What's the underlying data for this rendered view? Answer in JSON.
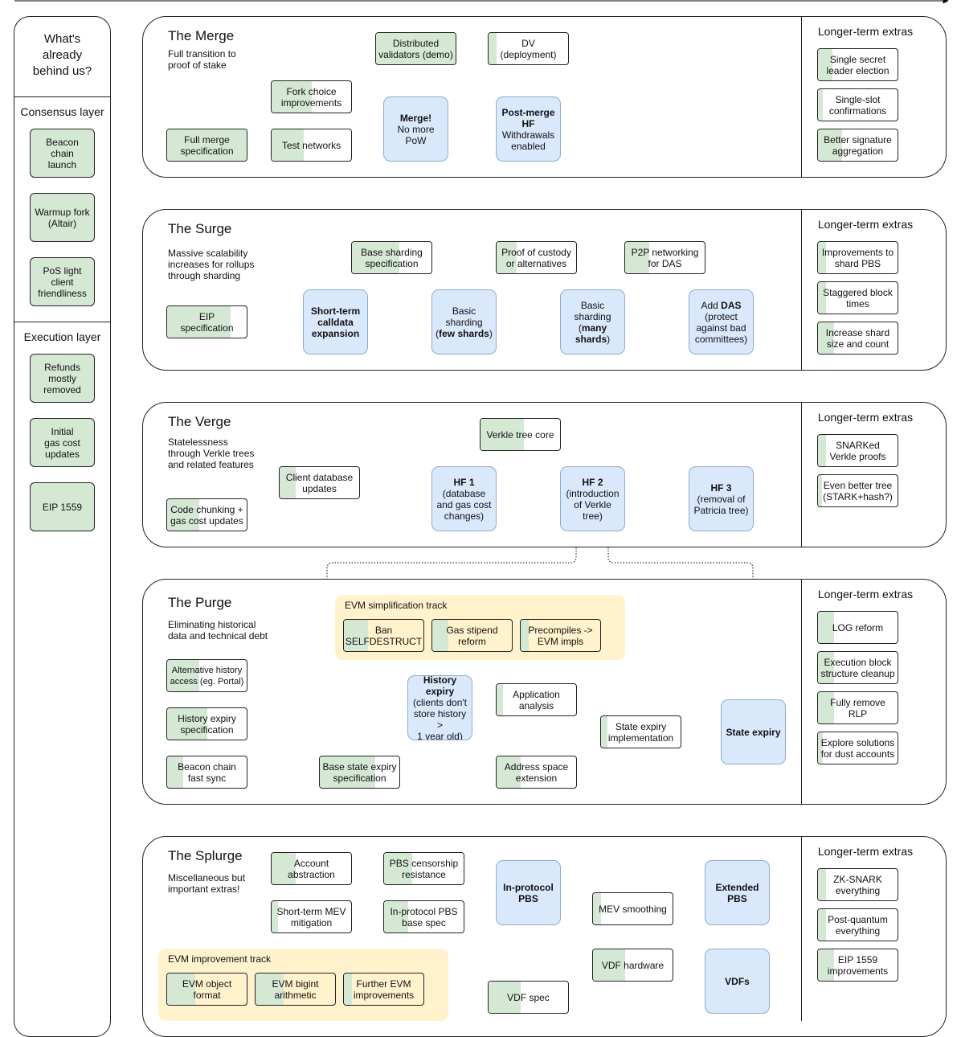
{
  "left": {
    "heading": "What's\nalready\nbehind us?",
    "consensus_title": "Consensus layer",
    "consensus": [
      "Beacon\nchain\nlaunch",
      "Warmup fork\n(Altair)",
      "PoS light\nclient\nfriendliness"
    ],
    "execution_title": "Execution layer",
    "execution": [
      "Refunds\nmostly\nremoved",
      "Initial\ngas cost\nupdates",
      "EIP 1559"
    ]
  },
  "extras_heading": "Longer-term extras",
  "merge": {
    "title": "The Merge",
    "subtitle": "Full transition to\nproof of stake",
    "dist_validators": "Distributed\nvalidators (demo)",
    "dv_deploy": "DV\n(deployment)",
    "fork_choice": "Fork choice\nimprovements",
    "full_spec": "Full merge\nspecification",
    "test_networks": "Test networks",
    "merge_bold": "Merge!",
    "merge_rest": "No more\nPoW",
    "post_bold": "Post-merge\nHF",
    "post_rest": "Withdrawals\nenabled",
    "extras": [
      "Single secret\nleader election",
      "Single-slot\nconfirmations",
      "Better signature\naggregation"
    ]
  },
  "surge": {
    "title": "The Surge",
    "subtitle": "Massive scalability\nincreases for rollups\nthrough sharding",
    "eip_spec": "EIP\nspecification",
    "short_term": "Short-term\ncalldata\nexpansion",
    "base_sharding_spec": "Base sharding\nspecification",
    "proof_custody": "Proof of custody\nor alternatives",
    "p2p": "P2P networking\nfor DAS",
    "basic_few_a": "Basic\nsharding\n(",
    "basic_few_b": "few shards",
    "basic_few_c": ")",
    "basic_many_a": "Basic\nsharding\n(",
    "basic_many_b": "many\nshards",
    "basic_many_c": ")",
    "das_a": "Add ",
    "das_b": "DAS",
    "das_c": "\n(protect\nagainst bad\ncommittees)",
    "extras": [
      "Improvements to\nshard PBS",
      "Staggered block\ntimes",
      "Increase shard\nsize and count"
    ]
  },
  "verge": {
    "title": "The Verge",
    "subtitle": "Statelessness\nthrough Verkle trees\nand related features",
    "verkle_core": "Verkle tree core",
    "client_db": "Client database\nupdates",
    "code_chunking": "Code chunking +\ngas cost updates",
    "hf1_bold": "HF 1",
    "hf1_rest": "(database\nand gas cost\nchanges)",
    "hf2_bold": "HF 2",
    "hf2_rest": "(introduction\nof Verkle\ntree)",
    "hf3_bold": "HF 3",
    "hf3_rest": "(removal of\nPatricia tree)",
    "extras": [
      "SNARKed\nVerkle proofs",
      "Even better tree\n(STARK+hash?)"
    ]
  },
  "purge": {
    "title": "The Purge",
    "subtitle": "Eliminating historical\ndata and technical debt",
    "track_label": "EVM simplification track",
    "ban": "Ban\nSELFDESTRUCT",
    "gas_stipend": "Gas stipend\nreform",
    "precompiles": "Precompiles ->\nEVM impls",
    "alt_history": "Alternative history\naccess (eg. Portal)",
    "history_spec": "History expiry\nspecification",
    "beacon_sync": "Beacon chain\nfast sync",
    "history_bold": "History\nexpiry",
    "history_rest": "(clients don't\nstore history >\n1 year old)",
    "app_analysis": "Application\nanalysis",
    "state_impl": "State expiry\nimplementation",
    "base_state_spec": "Base state expiry\nspecification",
    "address_space": "Address space\nextension",
    "state_expiry": "State expiry",
    "extras": [
      "LOG reform",
      "Execution block\nstructure cleanup",
      "Fully remove\nRLP",
      "Explore solutions\nfor dust accounts"
    ]
  },
  "splurge": {
    "title": "The Splurge",
    "subtitle": "Miscellaneous but\nimportant extras!",
    "account_abs": "Account\nabstraction",
    "pbs_censor": "PBS censorship\nresistance",
    "mev_mitigation": "Short-term MEV\nmitigation",
    "pbs_base": "In-protocol PBS\nbase spec",
    "in_pbs": "In-protocol\nPBS",
    "mev_smooth": "MEV smoothing",
    "ext_pbs": "Extended\nPBS",
    "vdf_hw": "VDF hardware",
    "vdf_spec": "VDF spec",
    "vdfs": "VDFs",
    "track_label": "EVM improvement track",
    "evm_object": "EVM object\nformat",
    "evm_bigint": "EVM bigint\narithmetic",
    "further_evm": "Further EVM\nimprovements",
    "extras": [
      "ZK-SNARK\neverything",
      "Post-quantum\neverything",
      "EIP 1559\nimprovements"
    ]
  },
  "colors": {
    "done": "#d5e8d4",
    "milestone": "#dae8fc",
    "milestone_border": "#8eaccc",
    "track": "#fff2cc",
    "line": "#000000"
  }
}
